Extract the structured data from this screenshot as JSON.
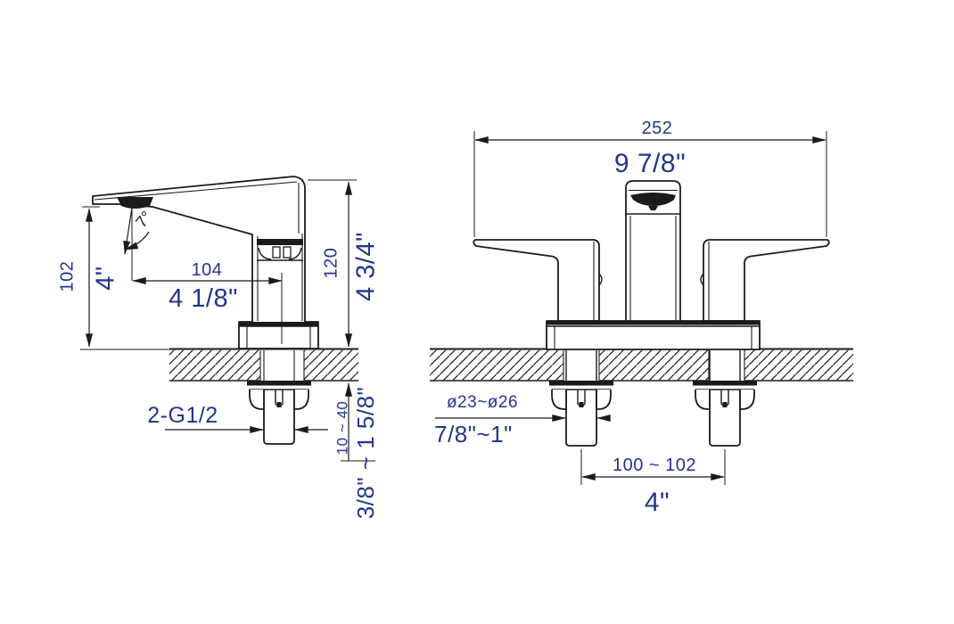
{
  "side_view": {
    "spout_height_mm": "102",
    "spout_height_in": "4\"",
    "spout_reach_mm": "104",
    "spout_reach_in": "4 1/8\"",
    "overall_height_mm": "120",
    "overall_height_in": "4 3/4\"",
    "spout_angle": "7°",
    "inlet_thread": "2-G1/2",
    "deck_thickness_mm": "10 ~ 40",
    "deck_thickness_in": "3/8\" ~ 1 5/8\""
  },
  "front_view": {
    "overall_width_mm": "252",
    "overall_width_in": "9 7/8\"",
    "mounting_hole_diameter_mm": "ø23~ø26",
    "mounting_hole_diameter_in": "7/8\"~1\"",
    "hole_spacing_mm": "100 ~ 102",
    "hole_spacing_in": "4\""
  },
  "colors": {
    "line": "#1b1b1b",
    "dimension_text": "#22368b"
  }
}
